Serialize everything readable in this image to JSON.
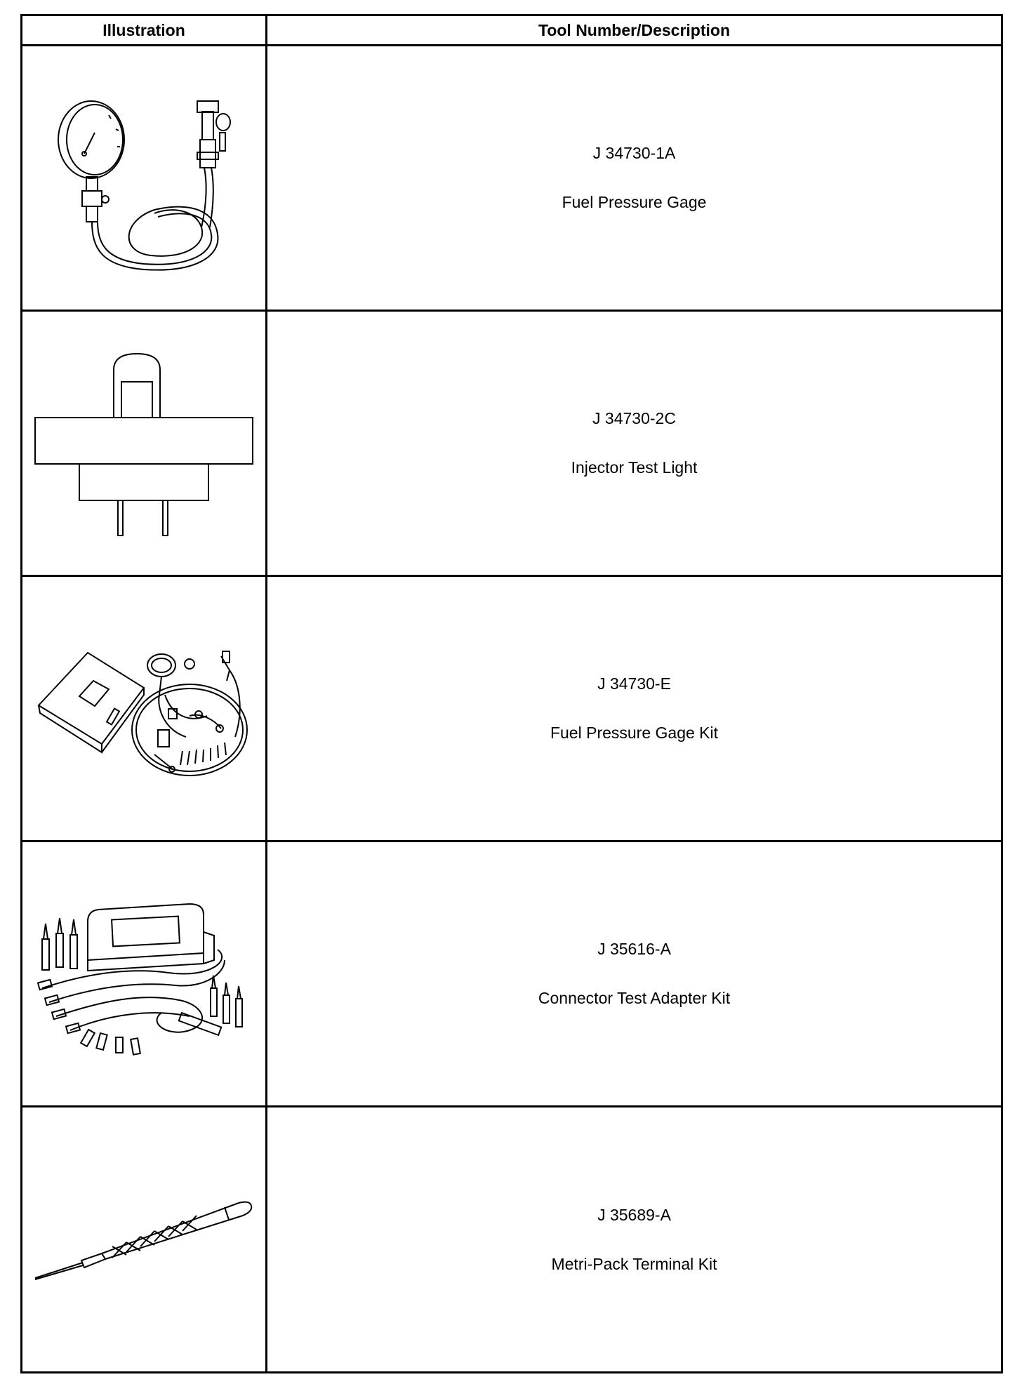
{
  "table": {
    "headers": {
      "illustration": "Illustration",
      "description": "Tool Number/Description"
    },
    "rows": [
      {
        "tool_number": "J 34730-1A",
        "description": "Fuel Pressure Gage",
        "illustration_icon": "fuel-pressure-gage-icon"
      },
      {
        "tool_number": "J 34730-2C",
        "description": "Injector Test Light",
        "illustration_icon": "injector-test-light-icon"
      },
      {
        "tool_number": "J 34730-E",
        "description": "Fuel Pressure Gage Kit",
        "illustration_icon": "fuel-pressure-gage-kit-icon"
      },
      {
        "tool_number": "J 35616-A",
        "description": "Connector Test Adapter Kit",
        "illustration_icon": "connector-test-adapter-kit-icon"
      },
      {
        "tool_number": "J 35689-A",
        "description": "Metri-Pack Terminal Kit",
        "illustration_icon": "metri-pack-terminal-kit-icon"
      }
    ]
  }
}
